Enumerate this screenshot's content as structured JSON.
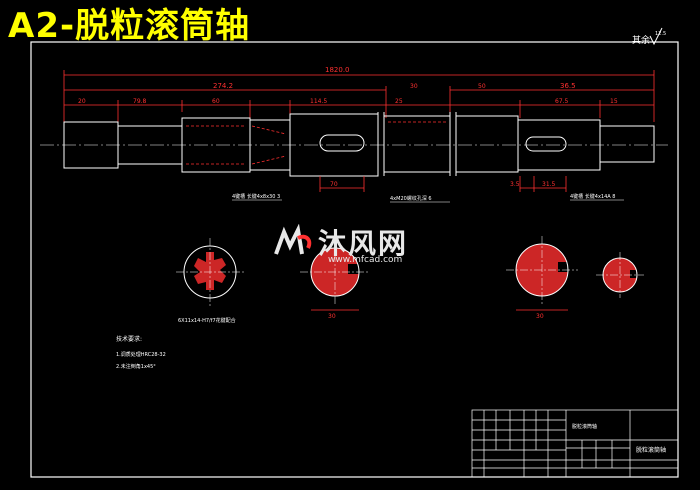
{
  "title": "A2-脱粒滚筒轴",
  "watermark": {
    "brand": "沐风网",
    "url": "www.mfcad.com"
  },
  "roughness_label": "其余",
  "roughness_value": "12.5",
  "dimensions": {
    "overall_length": "1820.0",
    "top_left": "274.2",
    "top_right": "36.5",
    "segments": [
      "20",
      "79.8",
      "60",
      "114.5",
      "25",
      "30",
      "50",
      "67.5",
      "15"
    ],
    "below": [
      "70",
      "3.5",
      "31.5"
    ],
    "section_width_a": "30",
    "section_width_b": "30"
  },
  "callouts": {
    "note_left": "4键槽 长键4x8x30 3",
    "note_mid": "4xM20螺纹孔深 6",
    "note_right": "4键槽 长键4x14A 8",
    "spline": "6X11x14-H7/f7花键配合"
  },
  "tech_req": {
    "heading": "技术要求:",
    "items": [
      "1.调质处理HRC28-32",
      "2.未注倒角1x45°"
    ]
  },
  "title_block": {
    "name": "脱粒滚筒轴",
    "center_text": "脱粒滚筒轴"
  }
}
